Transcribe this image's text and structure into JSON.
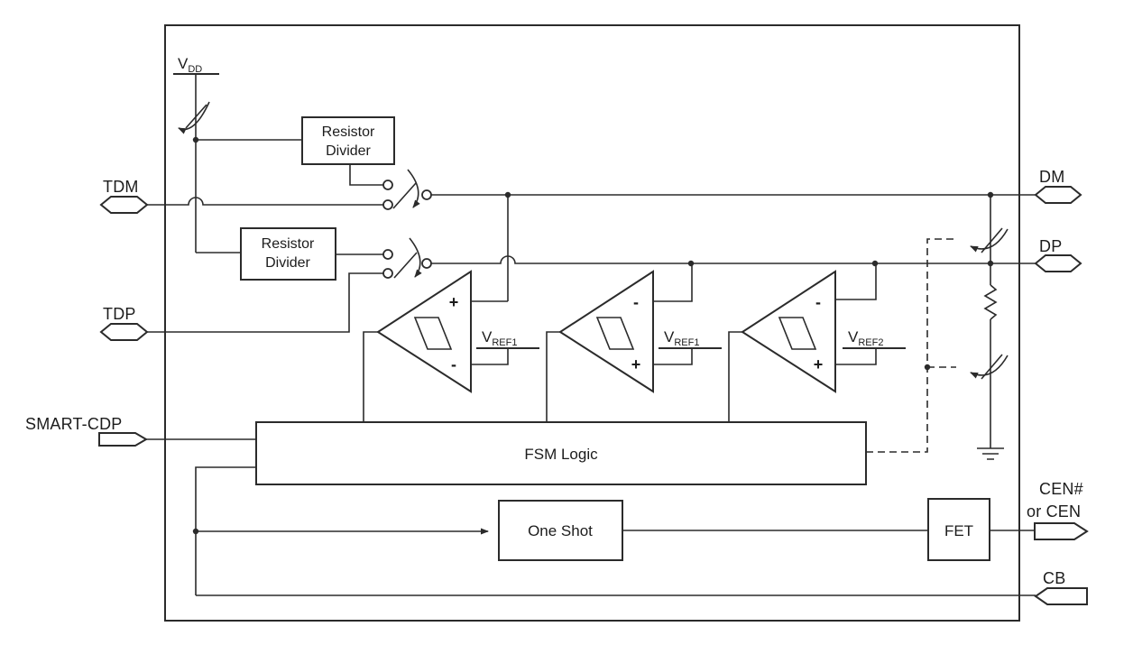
{
  "diagram": {
    "description": "Block diagram of a USB charging-port controller front end",
    "colors": {
      "wire": "#2b2b2b",
      "text": "#1c1c1c",
      "background": "#ffffff"
    },
    "pins": {
      "tdm": "TDM",
      "tdp": "TDP",
      "smart_cdp": "SMART-CDP",
      "dm": "DM",
      "dp": "DP",
      "cen_line1": "CEN#",
      "cen_line2": "or CEN",
      "cb": "CB"
    },
    "nets": {
      "vdd": {
        "base": "V",
        "sub": "DD"
      }
    },
    "blocks": {
      "rd1": {
        "line1": "Resistor",
        "line2": "Divider"
      },
      "rd2": {
        "line1": "Resistor",
        "line2": "Divider"
      },
      "fsm": "FSM Logic",
      "one_shot": "One Shot",
      "fet": "FET"
    },
    "comparators": [
      {
        "top_sign": "+",
        "bottom_sign": "-",
        "ref": {
          "base": "V",
          "sub": "REF1"
        }
      },
      {
        "top_sign": "-",
        "bottom_sign": "+",
        "ref": {
          "base": "V",
          "sub": "REF1"
        }
      },
      {
        "top_sign": "-",
        "bottom_sign": "+",
        "ref": {
          "base": "V",
          "sub": "REF2"
        }
      }
    ]
  }
}
